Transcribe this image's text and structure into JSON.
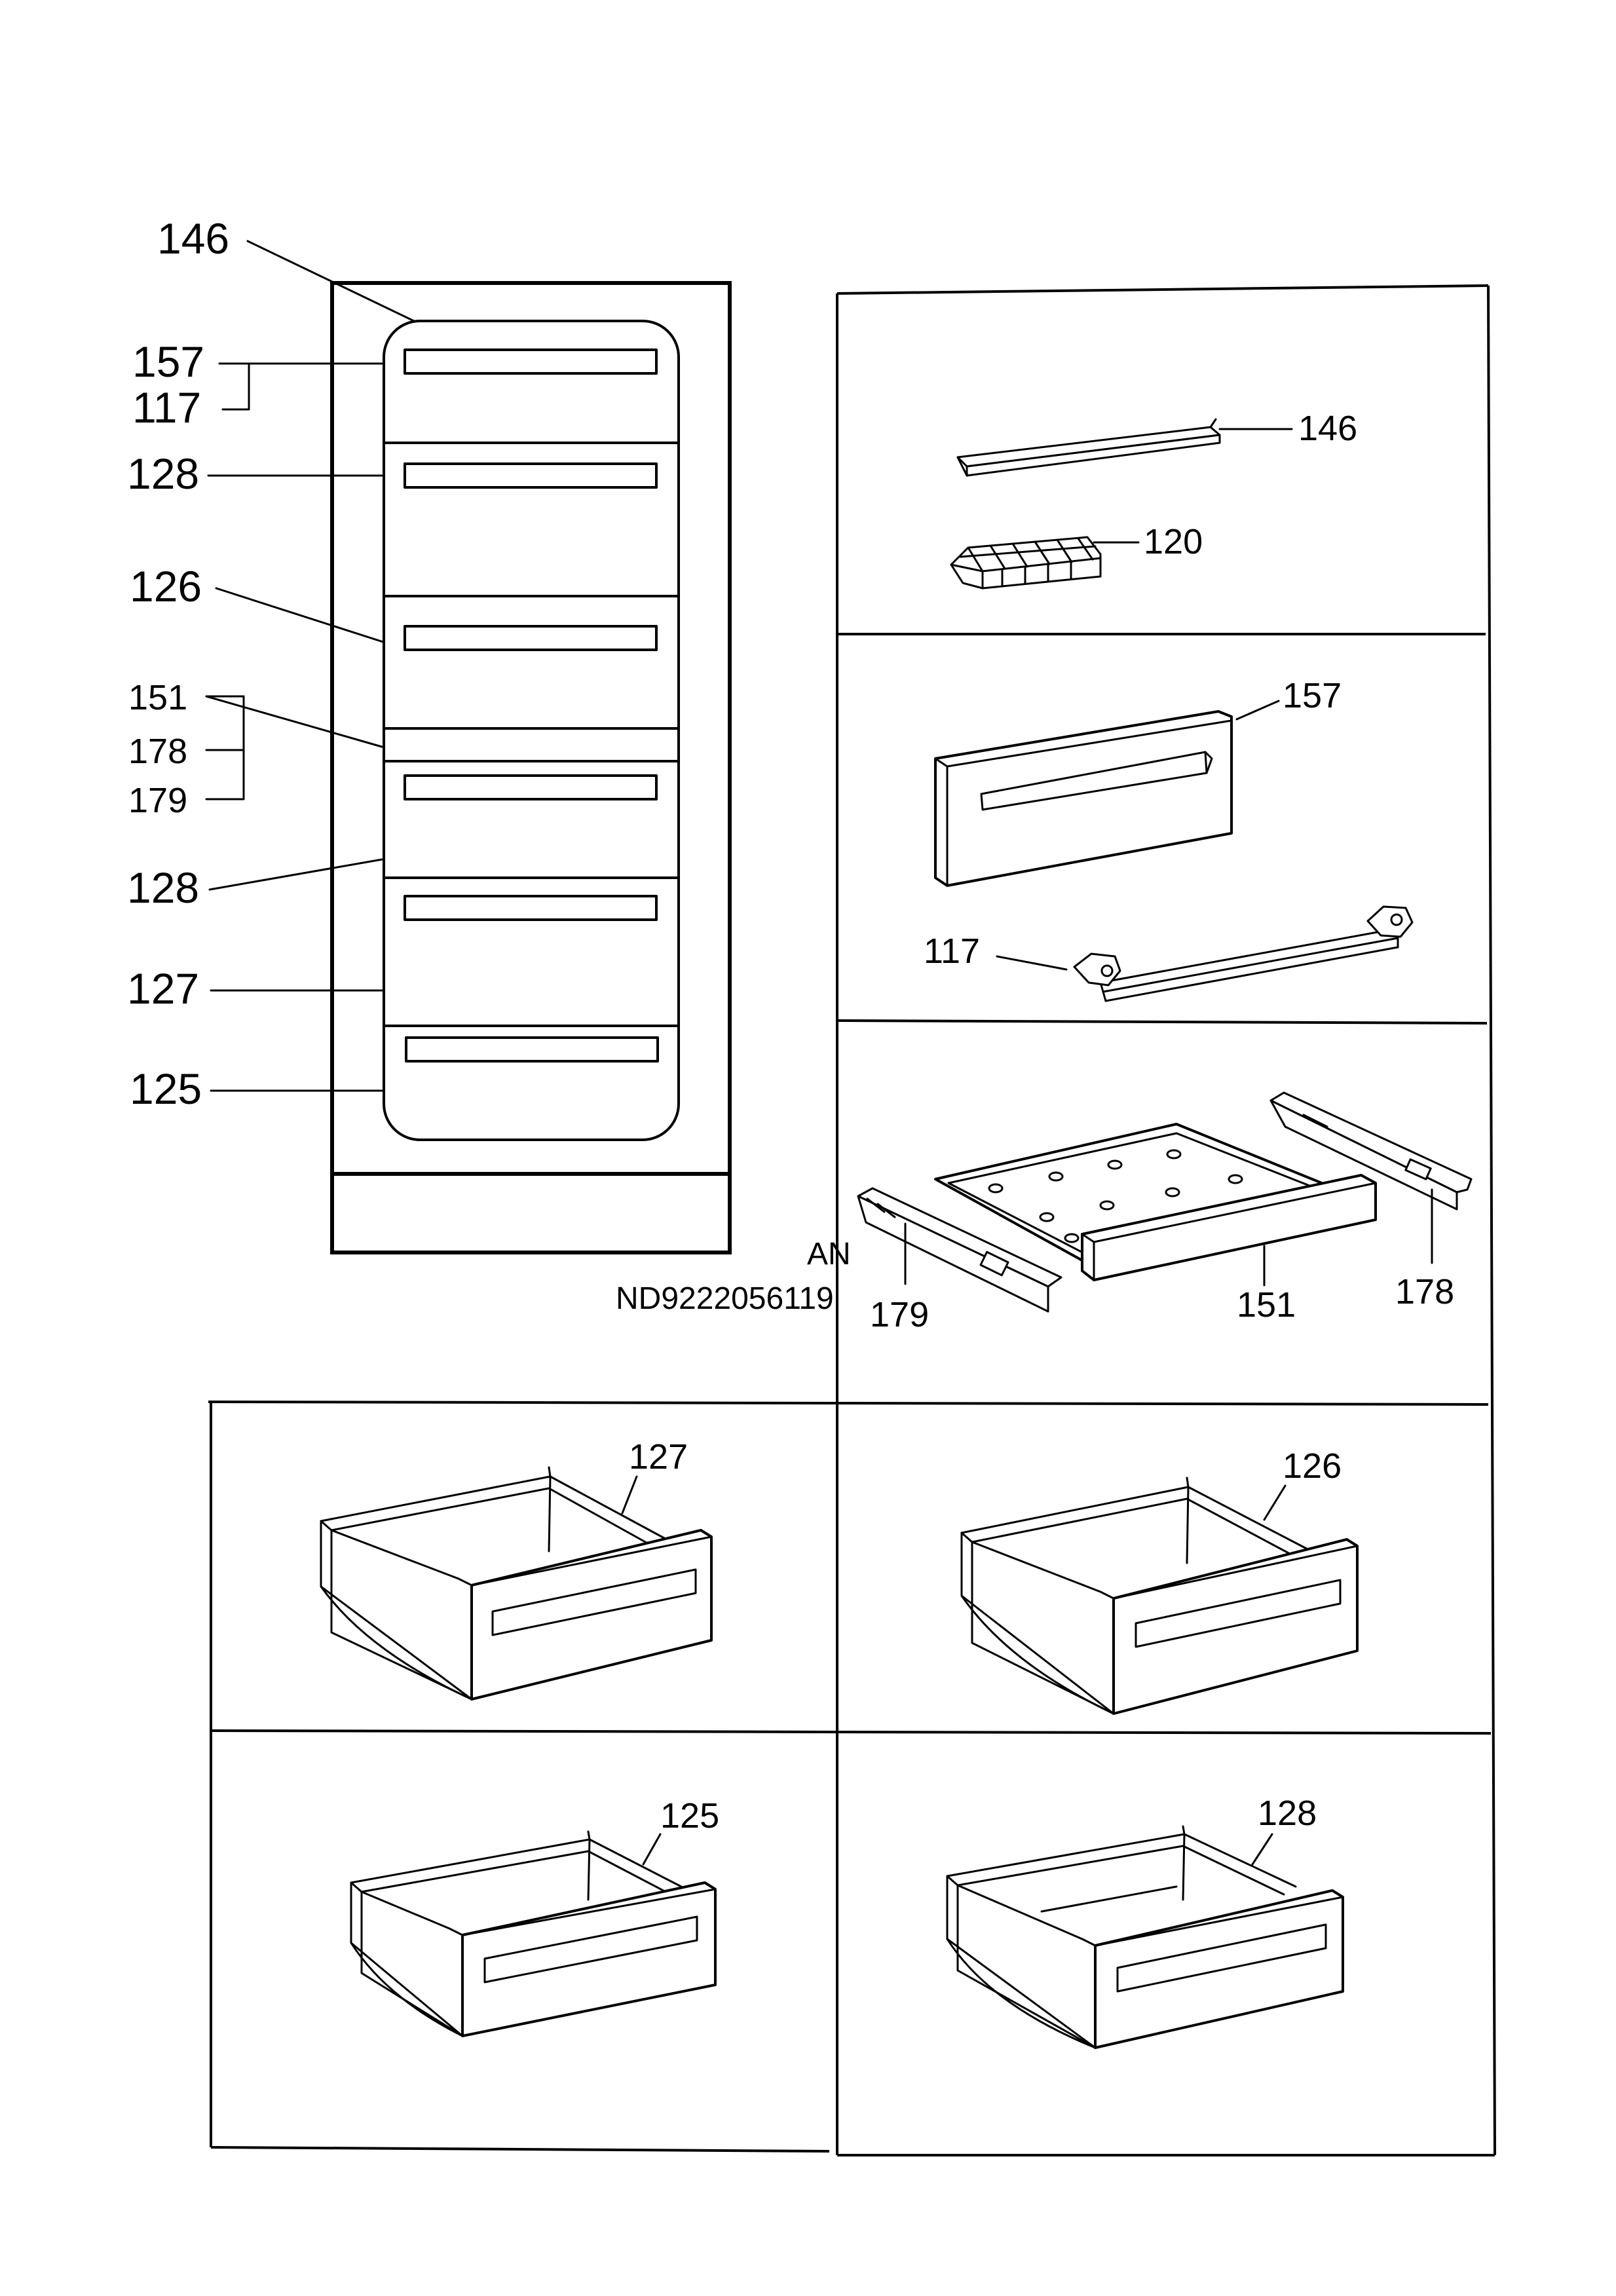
{
  "overview_labels": {
    "l146": "146",
    "l157": "157",
    "l117": "117",
    "l128a": "128",
    "l126": "126",
    "l151": "151",
    "l178": "178",
    "l179": "179",
    "l128b": "128",
    "l127": "127",
    "l125": "125"
  },
  "reference": {
    "variant": "AN",
    "code": "ND9222056119"
  },
  "part_labels": {
    "p146": "146",
    "p120": "120",
    "p157": "157",
    "p117": "117",
    "p179": "179",
    "p151": "151",
    "p178": "178",
    "p127": "127",
    "p126": "126",
    "p125": "125",
    "p128": "128"
  }
}
